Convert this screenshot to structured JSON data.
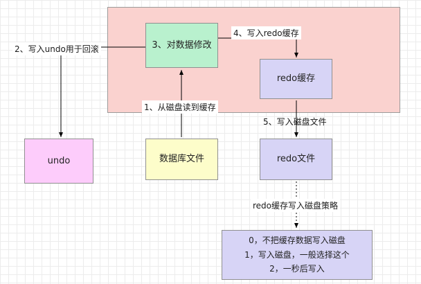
{
  "diagram": {
    "colors": {
      "container_fill": "#fad2cf",
      "green_node": "#b9f1ce",
      "purple_node": "#d7d4f6",
      "pink_node": "#fdccfb",
      "yellow_node": "#fdfdca",
      "arrow": "#000000",
      "grid_line": "#ececec"
    },
    "nodes": {
      "modify_data": "3、对数据修改",
      "redo_buffer": "redo缓存",
      "undo": "undo",
      "db_file": "数据库文件",
      "redo_file": "redo文件",
      "strategy_lines": [
        "0，不把缓存数据写入磁盘",
        "1，写入磁盘，一般选择这个",
        "2，一秒后写入"
      ]
    },
    "labels": {
      "step1": "1、从磁盘读到缓存",
      "step2": "2、写入undo用于回滚",
      "step4": "4、写入redo缓存",
      "step5": "5、写入磁盘文件",
      "strategy": "redo缓存写入磁盘策略"
    }
  }
}
